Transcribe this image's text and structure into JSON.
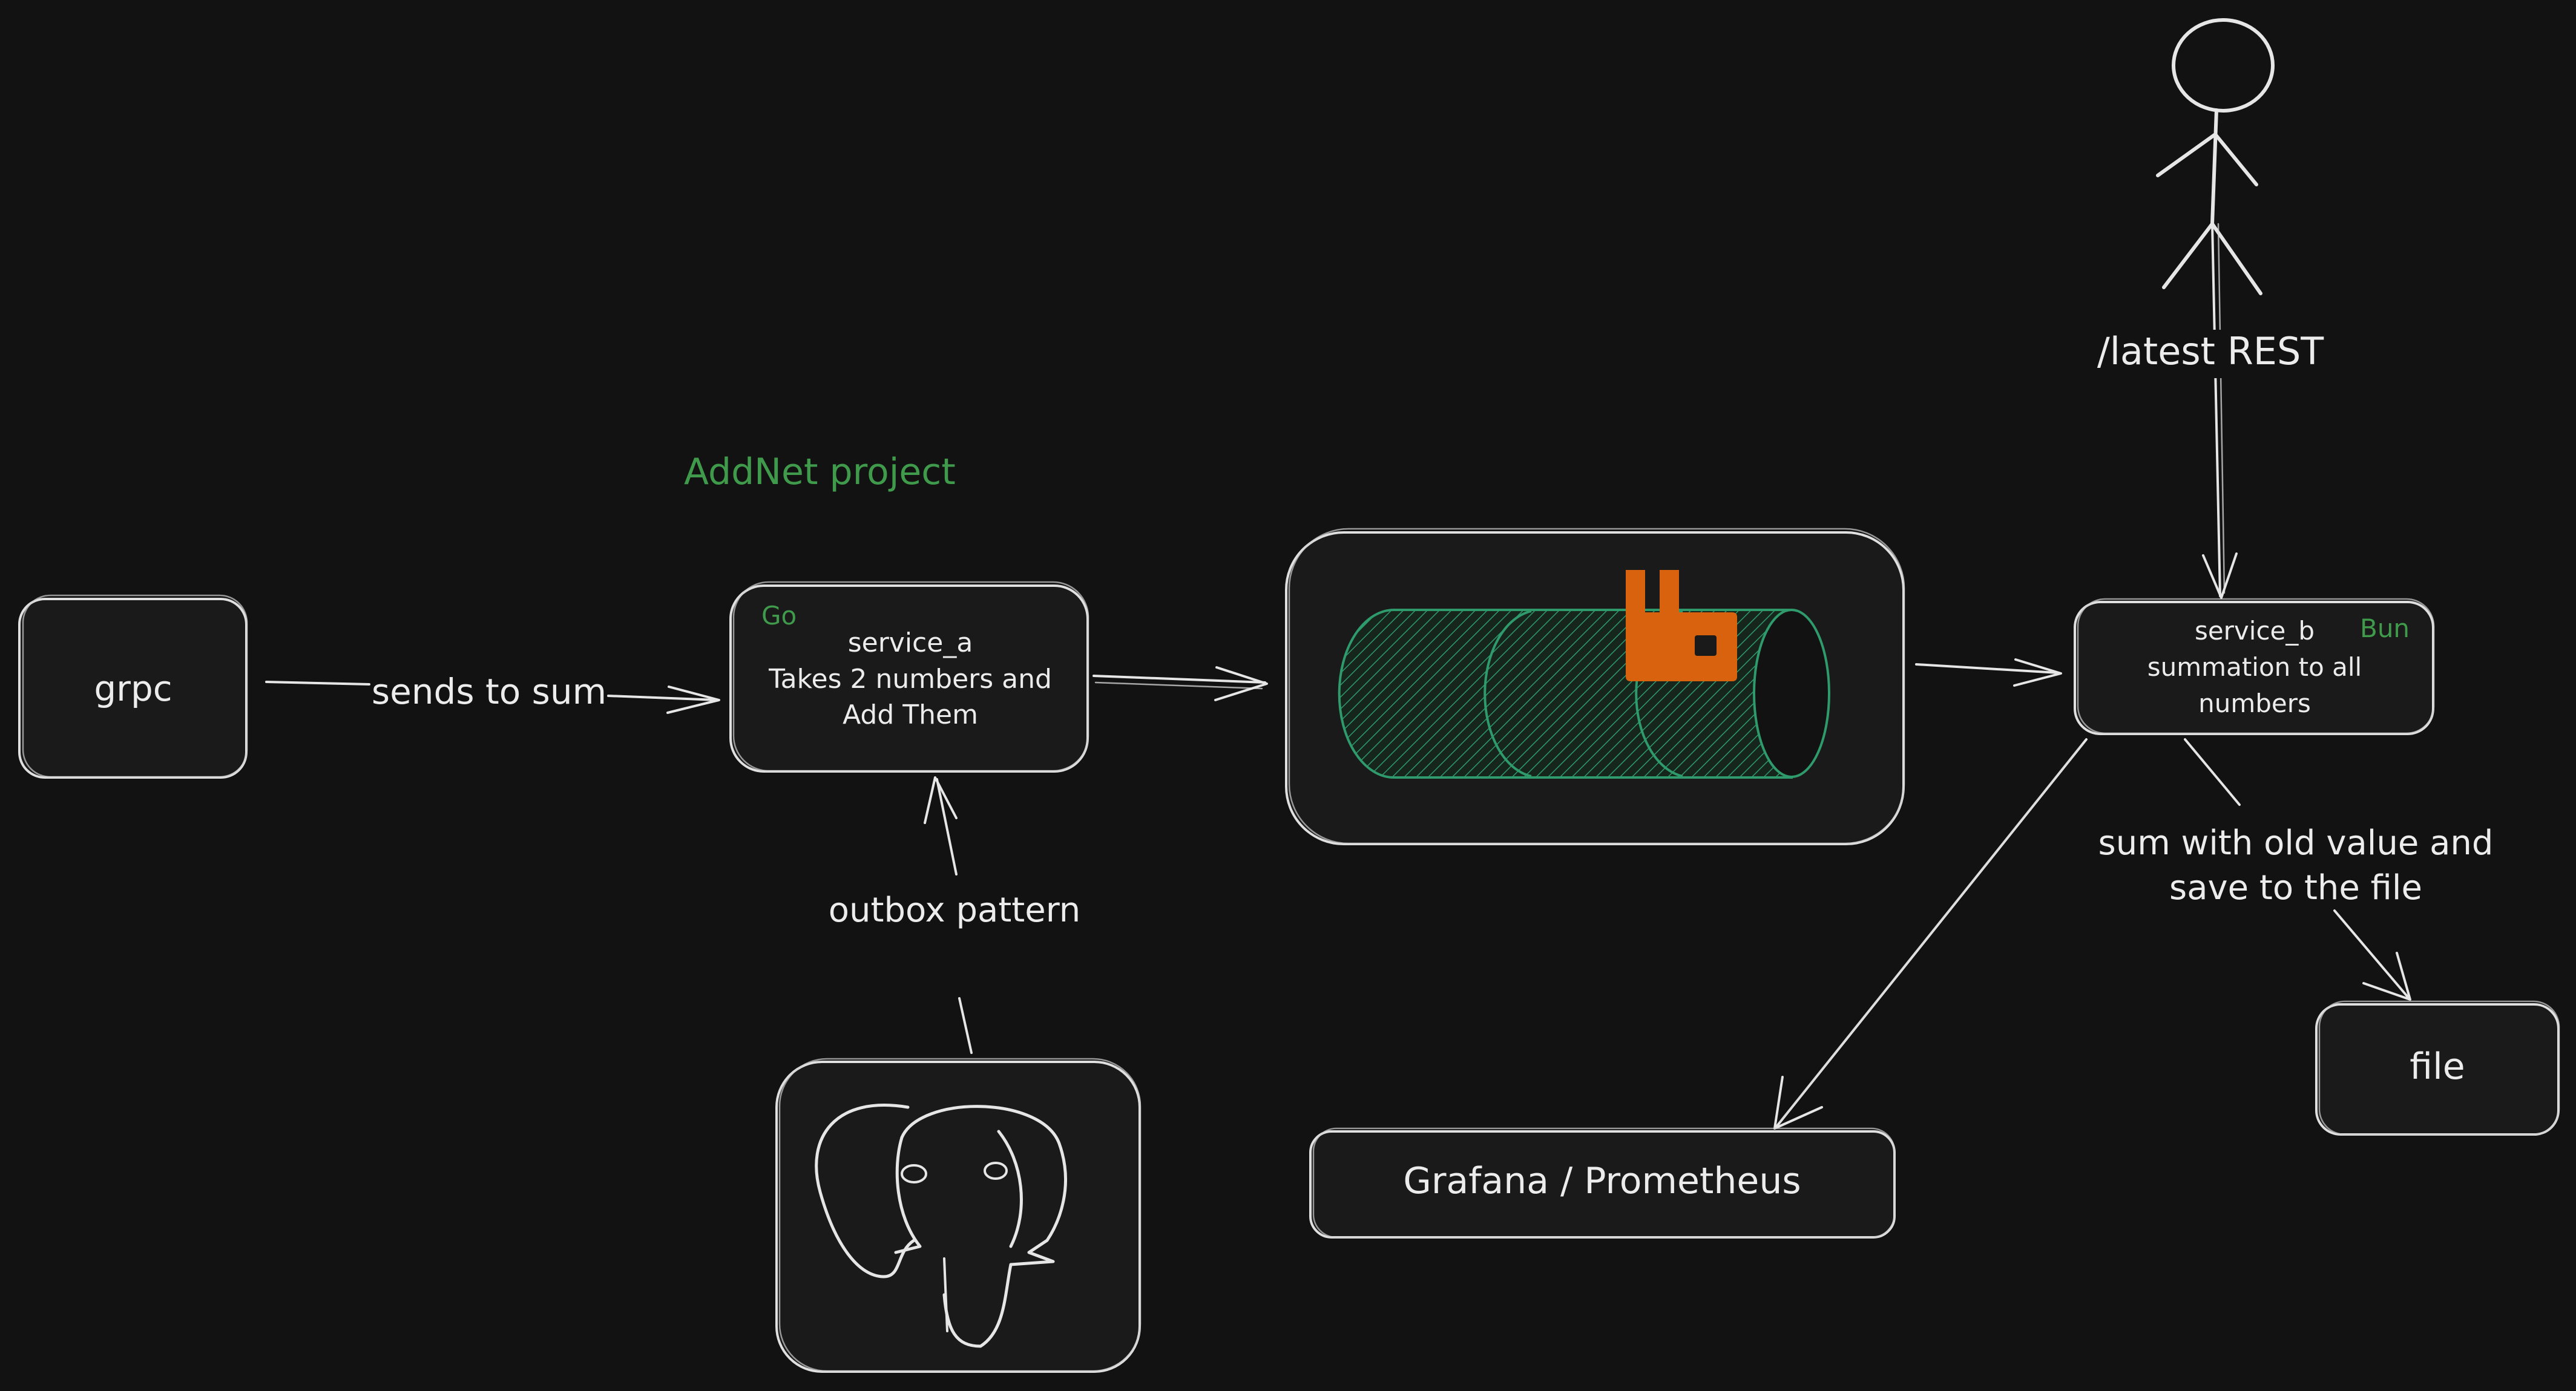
{
  "title": "AddNet project",
  "nodes": {
    "grpc": {
      "label": "grpc"
    },
    "service_a": {
      "tag": "Go",
      "lines": [
        "service_a",
        "Takes 2 numbers and",
        "Add Them"
      ]
    },
    "service_b": {
      "tag": "Bun",
      "lines": [
        "service_b",
        "summation to all",
        "numbers"
      ]
    },
    "file": {
      "label": "file"
    },
    "grafana": {
      "label": "Grafana / Prometheus"
    }
  },
  "edges": {
    "grpc_to_a": "sends to sum",
    "outbox": "outbox pattern",
    "rest": "/latest REST",
    "sum_save": [
      "sum with old value and",
      "save to the file"
    ]
  },
  "icons": {
    "queue": "rabbitmq-queue-icon",
    "postgres": "postgres-elephant-icon",
    "user": "stick-figure-user-icon"
  },
  "colors": {
    "background": "#121212",
    "stroke": "#e6e6e6",
    "accent_green": "#3f9b4b",
    "queue_green": "#2f9a6b",
    "rabbitmq_orange": "#d9620f"
  }
}
